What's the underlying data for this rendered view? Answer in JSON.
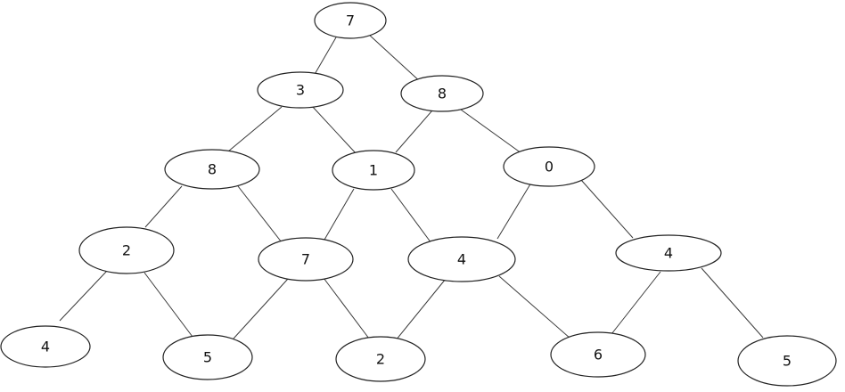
{
  "nodes": [
    {
      "id": "r0c0",
      "value": "7"
    },
    {
      "id": "r1c0",
      "value": "3"
    },
    {
      "id": "r1c1",
      "value": "8"
    },
    {
      "id": "r2c0",
      "value": "8"
    },
    {
      "id": "r2c1",
      "value": "1"
    },
    {
      "id": "r2c2",
      "value": "0"
    },
    {
      "id": "r3c0",
      "value": "2"
    },
    {
      "id": "r3c1",
      "value": "7"
    },
    {
      "id": "r3c2",
      "value": "4"
    },
    {
      "id": "r3c3",
      "value": "4"
    },
    {
      "id": "r4c0",
      "value": "4"
    },
    {
      "id": "r4c1",
      "value": "5"
    },
    {
      "id": "r4c2",
      "value": "2"
    },
    {
      "id": "r4c3",
      "value": "6"
    },
    {
      "id": "r4c4",
      "value": "5"
    }
  ],
  "edges": [
    [
      "r0c0",
      "r1c0"
    ],
    [
      "r0c0",
      "r1c1"
    ],
    [
      "r1c0",
      "r2c0"
    ],
    [
      "r1c0",
      "r2c1"
    ],
    [
      "r1c1",
      "r2c1"
    ],
    [
      "r1c1",
      "r2c2"
    ],
    [
      "r2c0",
      "r3c0"
    ],
    [
      "r2c0",
      "r3c1"
    ],
    [
      "r2c1",
      "r3c1"
    ],
    [
      "r2c1",
      "r3c2"
    ],
    [
      "r2c2",
      "r3c2"
    ],
    [
      "r2c2",
      "r3c3"
    ],
    [
      "r3c0",
      "r4c0"
    ],
    [
      "r3c0",
      "r4c1"
    ],
    [
      "r3c1",
      "r4c1"
    ],
    [
      "r3c1",
      "r4c2"
    ],
    [
      "r3c2",
      "r4c2"
    ],
    [
      "r3c2",
      "r4c3"
    ],
    [
      "r3c3",
      "r4c3"
    ],
    [
      "r3c3",
      "r4c4"
    ]
  ]
}
